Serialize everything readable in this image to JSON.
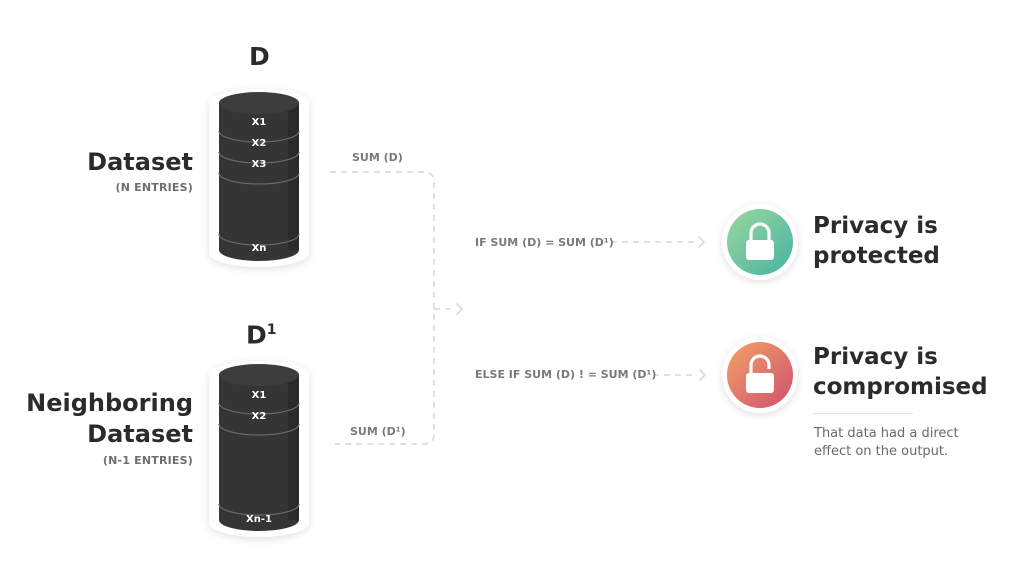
{
  "dataset": {
    "symbol": "D",
    "title": "Dataset",
    "subtitle": "(N ENTRIES)",
    "rows": [
      "X1",
      "X2",
      "X3"
    ],
    "last_row": "Xn",
    "sum_label": "SUM (D)"
  },
  "neighboring": {
    "symbol": "D",
    "symbol_sup": "1",
    "title_line1": "Neighboring",
    "title_line2": "Dataset",
    "subtitle": "(N-1 ENTRIES)",
    "rows": [
      "X1",
      "X2"
    ],
    "last_row": "Xn-1",
    "sum_label": "SUM (D¹)"
  },
  "conditions": {
    "equal": "IF SUM (D) = SUM (D¹)",
    "not_equal": "ELSE IF SUM (D) ! = SUM (D¹)"
  },
  "results": {
    "protected": {
      "line1": "Privacy is",
      "line2": "protected",
      "icon": "lock-closed-icon"
    },
    "compromised": {
      "line1": "Privacy is",
      "line2": "compromised",
      "icon": "lock-open-icon",
      "note_line1": "That data had a direct",
      "note_line2": "effect on the output."
    }
  },
  "colors": {
    "cylinder": "#353535",
    "protected_start": "#8fd39f",
    "protected_end": "#4fb7a0",
    "compromised_start": "#f0996a",
    "compromised_end": "#d35a6a",
    "dashed_line": "#d9d9d9"
  }
}
